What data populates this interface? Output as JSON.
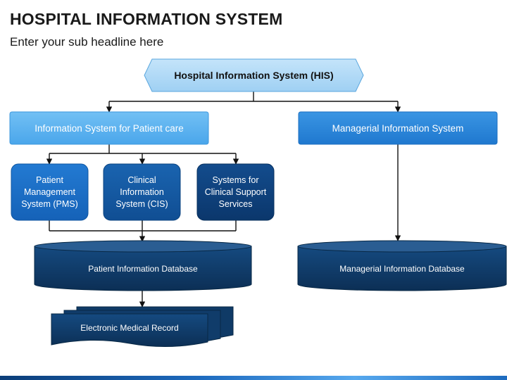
{
  "header": {
    "title": "HOSPITAL INFORMATION SYSTEM",
    "subtitle": "Enter your sub headline here"
  },
  "diagram": {
    "root": "Hospital Information System (HIS)",
    "branch_patient": "Information System for Patient care",
    "branch_managerial": "Managerial Information System",
    "pms": "Patient Management System (PMS)",
    "cis": "Clinical Information System (CIS)",
    "csis": "Systems for Clinical Support Services",
    "patient_db": "Patient Information Database",
    "managerial_db": "Managerial Information Database",
    "emr": "Electronic Medical Record"
  },
  "colors": {
    "root_fill": "#a9d6f5",
    "light_blue": "#5eb4f0",
    "mid_blue": "#2a86d8",
    "pms_blue": "#1a6cc4",
    "cis_blue": "#14579e",
    "csis_blue": "#0e3f7a",
    "db_navy": "#0f3a66",
    "connector": "#111111"
  }
}
